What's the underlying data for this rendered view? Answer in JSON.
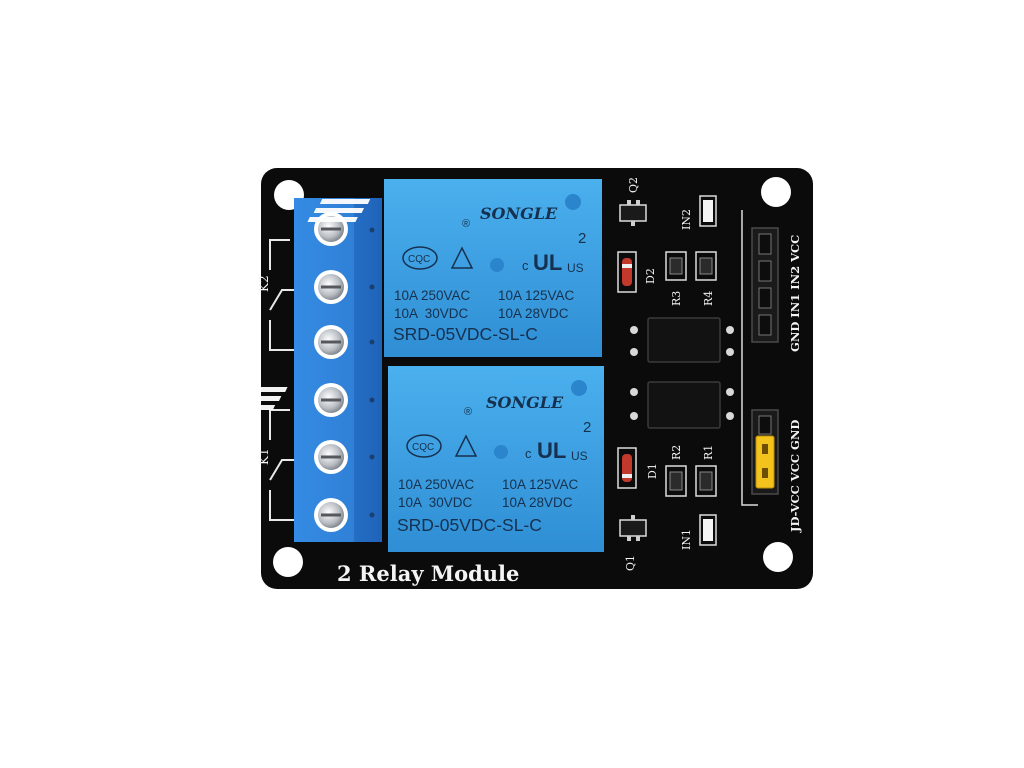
{
  "module": {
    "title": "2 Relay Module",
    "colors": {
      "pcb": "#0b0b0b",
      "relay": "#3aa0e0",
      "terminal": "#2a7ed8",
      "silkscreen": "#f4f4f4",
      "jumper": "#f3c21c"
    }
  },
  "relays": [
    {
      "brand": "SONGLE",
      "registered": "®",
      "pin_mark": "2",
      "cert_cqc": "CQC",
      "cert_c": "c",
      "cert_ul": "UL",
      "cert_us": "US",
      "rating_1_left": "10A 250VAC",
      "rating_1_right": "10A 125VAC",
      "rating_2_left": "10A  30VDC",
      "rating_2_right": "10A 28VDC",
      "model": "SRD-05VDC-SL-C"
    },
    {
      "brand": "SONGLE",
      "registered": "®",
      "pin_mark": "2",
      "cert_cqc": "CQC",
      "cert_c": "c",
      "cert_ul": "UL",
      "cert_us": "US",
      "rating_1_left": "10A 250VAC",
      "rating_1_right": "10A 125VAC",
      "rating_2_left": "10A  30VDC",
      "rating_2_right": "10A 28VDC",
      "model": "SRD-05VDC-SL-C"
    }
  ],
  "silkscreen": {
    "k2": "K2",
    "k1": "K1",
    "q2": "Q2",
    "q1": "Q1",
    "d2": "D2",
    "d1": "D1",
    "r1": "R1",
    "r2": "R2",
    "r3": "R3",
    "r4": "R4",
    "in1_led": "IN1",
    "in2_led": "IN2",
    "header_pins": "GND IN1 IN2 VCC",
    "jumper_pins": "JD-VCC VCC GND"
  }
}
